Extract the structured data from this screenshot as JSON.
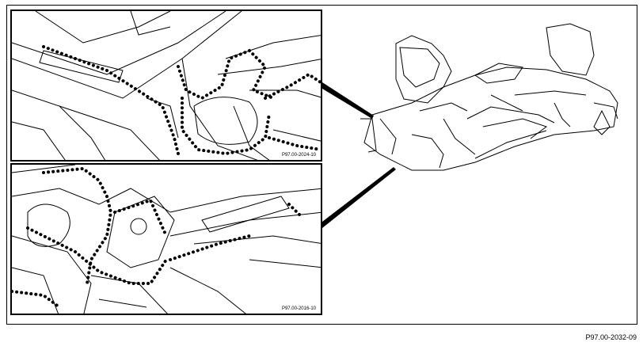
{
  "figure": {
    "code": "P97.00-2032-09",
    "top_detail_code": "P97.00-2024-10",
    "bottom_detail_code": "P97.00-2016-10"
  }
}
